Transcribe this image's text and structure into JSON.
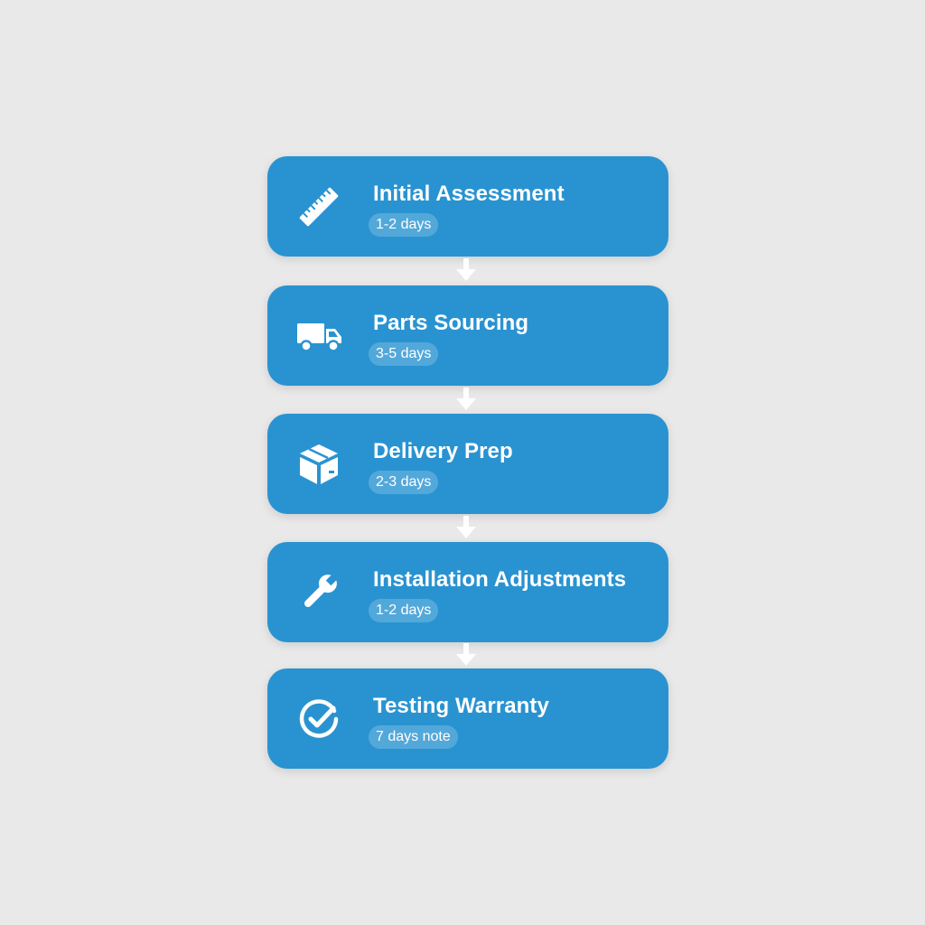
{
  "steps": [
    {
      "title": "Initial Assessment",
      "duration": "1-2 days",
      "icon": "ruler-icon"
    },
    {
      "title": "Parts Sourcing",
      "duration": "3-5 days",
      "icon": "truck-icon"
    },
    {
      "title": "Delivery Prep",
      "duration": "2-3 days",
      "icon": "box-icon"
    },
    {
      "title": "Installation Adjustments",
      "duration": "1-2 days",
      "icon": "wrench-icon"
    },
    {
      "title": "Testing Warranty",
      "duration": "7 days note",
      "icon": "check-circle-icon"
    }
  ],
  "colors": {
    "background": "#e9e9e9",
    "card": "#2993d1",
    "text": "#ffffff",
    "connector": "#ffffff"
  }
}
